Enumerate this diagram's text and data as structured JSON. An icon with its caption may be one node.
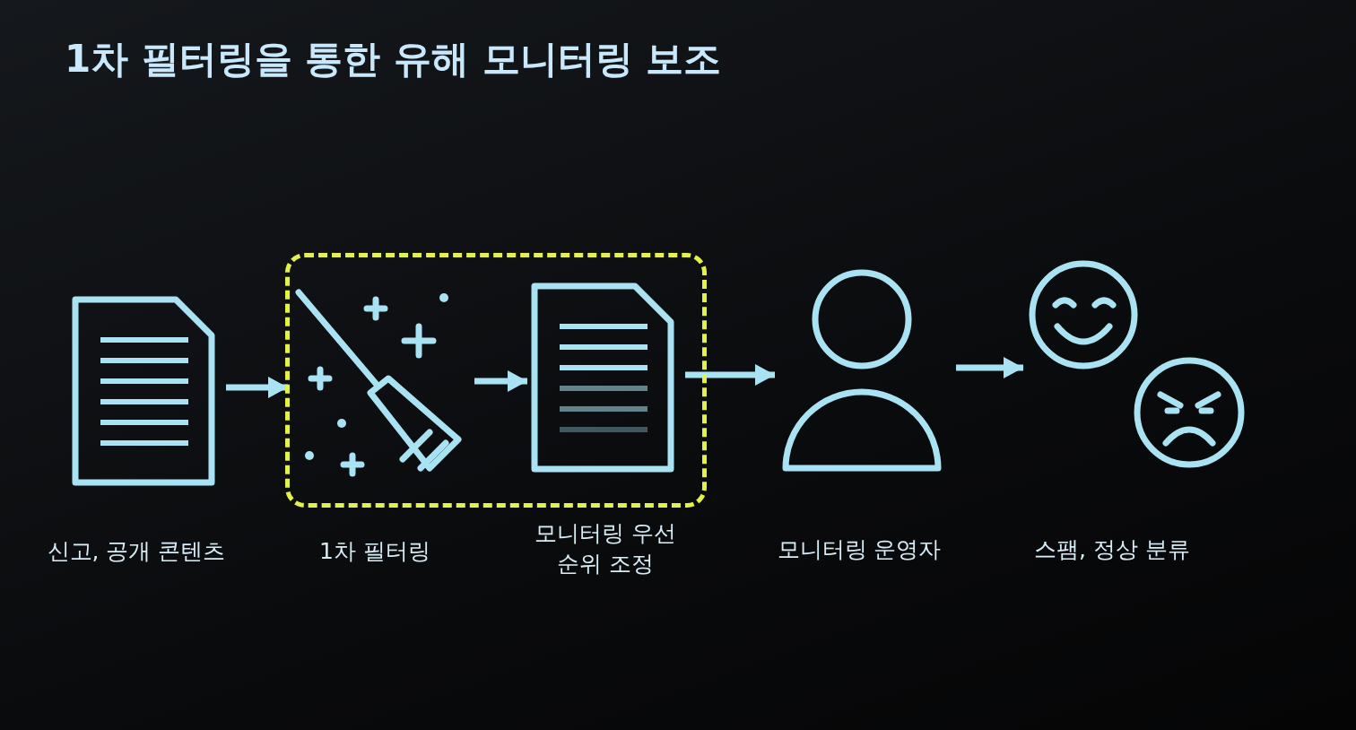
{
  "diagram": {
    "title": "1차 필터링을 통한 유해 모니터링 보조",
    "nodes": [
      {
        "text": [],
        "shape": "picture",
        "beside": [
          "신고, 공개 콘텐츠"
        ]
      },
      {
        "text": [],
        "shape": "box"
      },
      {
        "text": [],
        "shape": "picture",
        "in": 1,
        "beside": [
          "1차 필터링"
        ]
      },
      {
        "text": [],
        "shape": "picture",
        "in": 1,
        "beside": [
          "모니터링 우선 순위 조정"
        ]
      },
      {
        "text": [],
        "shape": "person",
        "beside": [
          "모니터링 운영자"
        ]
      },
      {
        "text": [],
        "shape": "picture",
        "beside": [
          "스팸, 정상 분류"
        ]
      }
    ],
    "edges": [
      {
        "from": 0,
        "to": 2,
        "arrow": "to"
      },
      {
        "from": 2,
        "to": 3,
        "arrow": "to"
      },
      {
        "from": 3,
        "to": 4,
        "arrow": "to"
      },
      {
        "from": 4,
        "to": 5,
        "arrow": "to"
      }
    ]
  }
}
